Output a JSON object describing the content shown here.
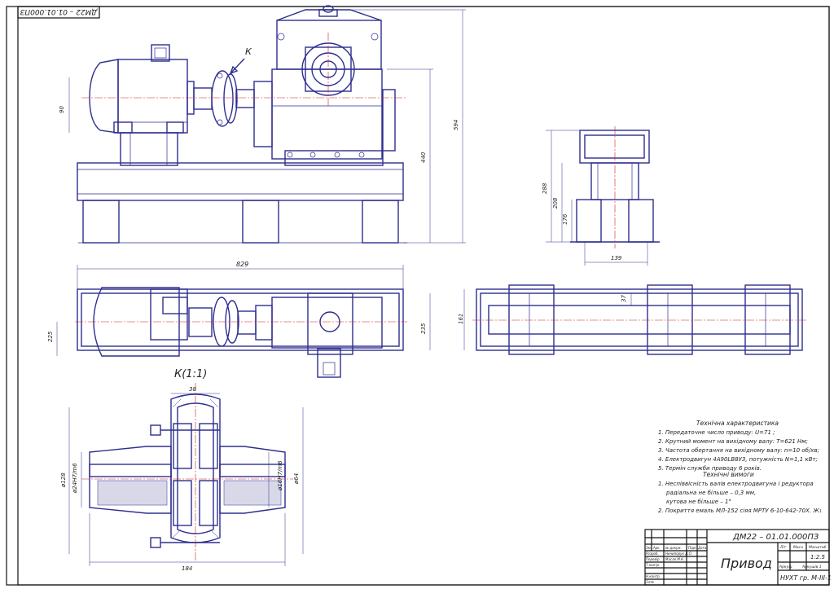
{
  "frame": {
    "corner_stamp": "ДМ22 – 01.01.000ПЗ"
  },
  "dimensions": {
    "front_90": "90",
    "front_440": "440",
    "front_594": "594",
    "side_288": "288",
    "side_208": "208",
    "side_176": "176",
    "side_139": "139",
    "plan_829": "829",
    "plan_225": "225",
    "plan_235": "235",
    "frame_161": "161",
    "frame_37": "37",
    "detail_38": "38",
    "detail_d128": "ø128",
    "detail_d24": "ø24H7/m6",
    "detail_d16": "ø16H7/m6",
    "detail_d64": "ø64",
    "detail_184": "184"
  },
  "labels": {
    "view_k_arrow": "К",
    "view_k_title": "К(1:1)"
  },
  "tech_characteristics": {
    "title": "Технічна характеристика",
    "items": [
      "1. Передаточне число приводу: U=71 ;",
      "2. Крутний момент на вихідному валу: T=621 Нм;",
      "3. Частота обертання на вихідному валу: n=10 об/хв;",
      "4. Електродвигун 4А90LB8У3, потужність N=1,1 кВт;",
      "5. Термін служби приводу 6 років."
    ]
  },
  "tech_requirements": {
    "title": "Технічні вимоги",
    "items": [
      "1. Неспіввісність валів електродвигуна і редуктора",
      "радіальна не більше – 0,3 мм,",
      "кутова не більше – 1°",
      "2. Покриття емаль МЛ-152 сіяя МРТУ 6-10-642-70Х. Ж₁"
    ]
  },
  "title_block": {
    "doc_code": "ДМ22 – 01.01.000ПЗ",
    "title": "Привод",
    "org": "НУХТ гр. М-III-1",
    "col_lit": "Літ",
    "col_mass": "Маса",
    "col_scale": "Масштаб",
    "scale": "1:2.5",
    "sheet": "Аркуш",
    "sheets": "Аркушів 1",
    "rows": [
      {
        "role": "Розроб.",
        "name": "Ничипорук Д.О."
      },
      {
        "role": "Перевір.",
        "name": "Масло М.К."
      },
      {
        "role": "Т.контр.",
        "name": ""
      },
      {
        "role": "",
        "name": ""
      },
      {
        "role": "Н.контр.",
        "name": ""
      },
      {
        "role": "Затв.",
        "name": ""
      }
    ],
    "hdr_change": "Зм.",
    "hdr_sheet": "Арк.",
    "hdr_doc": "№ докум.",
    "hdr_sign": "Підп.",
    "hdr_date": "Дата"
  }
}
